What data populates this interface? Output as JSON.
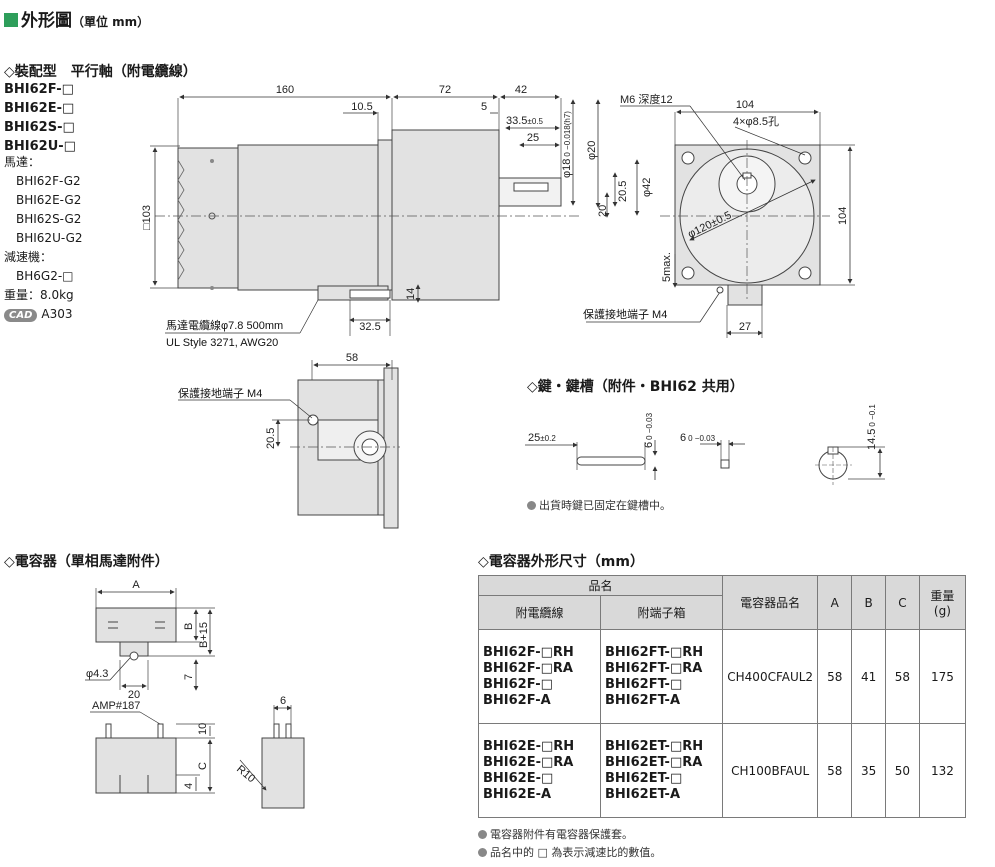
{
  "header": {
    "title": "外形圖",
    "unit": "（單位 mm）"
  },
  "assembled": {
    "heading": "◇裝配型　平行軸（附電纜線）",
    "models": [
      "BHI62F-□",
      "BHI62E-□",
      "BHI62S-□",
      "BHI62U-□"
    ],
    "motor_label": "馬達：",
    "motors": [
      "BHI62F-G2",
      "BHI62E-G2",
      "BHI62S-G2",
      "BHI62U-G2"
    ],
    "gearhead_label": "減速機：",
    "gearhead": "BH6G2-□",
    "weight": "重量：8.0kg",
    "cad_badge": "CAD",
    "cad_code": "A303"
  },
  "main_drawing": {
    "d160": "160",
    "d72": "72",
    "d42": "42",
    "d10_5": "10.5",
    "d5": "5",
    "d33_5": "33.5",
    "tol_33_5": "±0.5",
    "d25": "25",
    "phi18": "φ18",
    "phi18_tol": "0 −0.018(h7)",
    "phi20": "φ20",
    "d20_5": "20.5",
    "phi42": "φ42",
    "d20": "20",
    "sq103": "□103",
    "d14": "14",
    "d32_5": "32.5",
    "cable_label": "馬達電纜線φ7.8  500mm",
    "cable_spec": "UL Style 3271, AWG20"
  },
  "front_view": {
    "m6": "M6 深度12",
    "d104_top": "104",
    "holes": "4×φ8.5孔",
    "phi120": "φ120±0.5",
    "d104_side": "104",
    "max5": "5max.",
    "ground": "保護接地端子  M4",
    "d27": "27"
  },
  "bottom_view": {
    "d58": "58",
    "ground": "保護接地端子  M4",
    "d20_5": "20.5"
  },
  "key": {
    "heading": "◇鍵・鍵槽（附件・BHI62 共用）",
    "d25": "25",
    "tol_25": "±0.2",
    "d6a": "6",
    "tol_6a": "0 −0.03",
    "d6b": "6",
    "tol_6b": "0 −0.03",
    "d14_5": "14.5",
    "tol_14_5": "0 −0.1",
    "note": "出貨時鍵已固定在鍵槽中。"
  },
  "capacitor": {
    "heading": "◇電容器（單相馬達附件）",
    "dA": "A",
    "dB": "B",
    "dB15": "B+15",
    "d7": "7",
    "phi4_3": "φ4.3",
    "d20": "20",
    "amp": "AMP#187",
    "d10": "10",
    "d6": "6",
    "dC": "C",
    "d4": "4",
    "r10": "R10"
  },
  "cap_table": {
    "heading": "◇電容器外形尺寸（mm）",
    "col_name": "品名",
    "col_cable": "附電纜線",
    "col_terminal": "附端子箱",
    "col_cap": "電容器品名",
    "col_a": "A",
    "col_b": "B",
    "col_c": "C",
    "col_weight": "重量",
    "col_weight_unit": "(g)",
    "rows": [
      {
        "cable": [
          "BHI62F-□RH",
          "BHI62F-□RA",
          "BHI62F-□",
          "BHI62F-A"
        ],
        "terminal": [
          "BHI62FT-□RH",
          "BHI62FT-□RA",
          "BHI62FT-□",
          "BHI62FT-A"
        ],
        "cap": "CH400CFAUL2",
        "a": "58",
        "b": "41",
        "c": "58",
        "weight": "175"
      },
      {
        "cable": [
          "BHI62E-□RH",
          "BHI62E-□RA",
          "BHI62E-□",
          "BHI62E-A"
        ],
        "terminal": [
          "BHI62ET-□RH",
          "BHI62ET-□RA",
          "BHI62ET-□",
          "BHI62ET-A"
        ],
        "cap": "CH100BFAUL",
        "a": "58",
        "b": "35",
        "c": "50",
        "weight": "132"
      }
    ],
    "notes": [
      "電容器附件有電容器保護套。",
      "品名中的 □ 為表示減速比的數值。"
    ]
  }
}
